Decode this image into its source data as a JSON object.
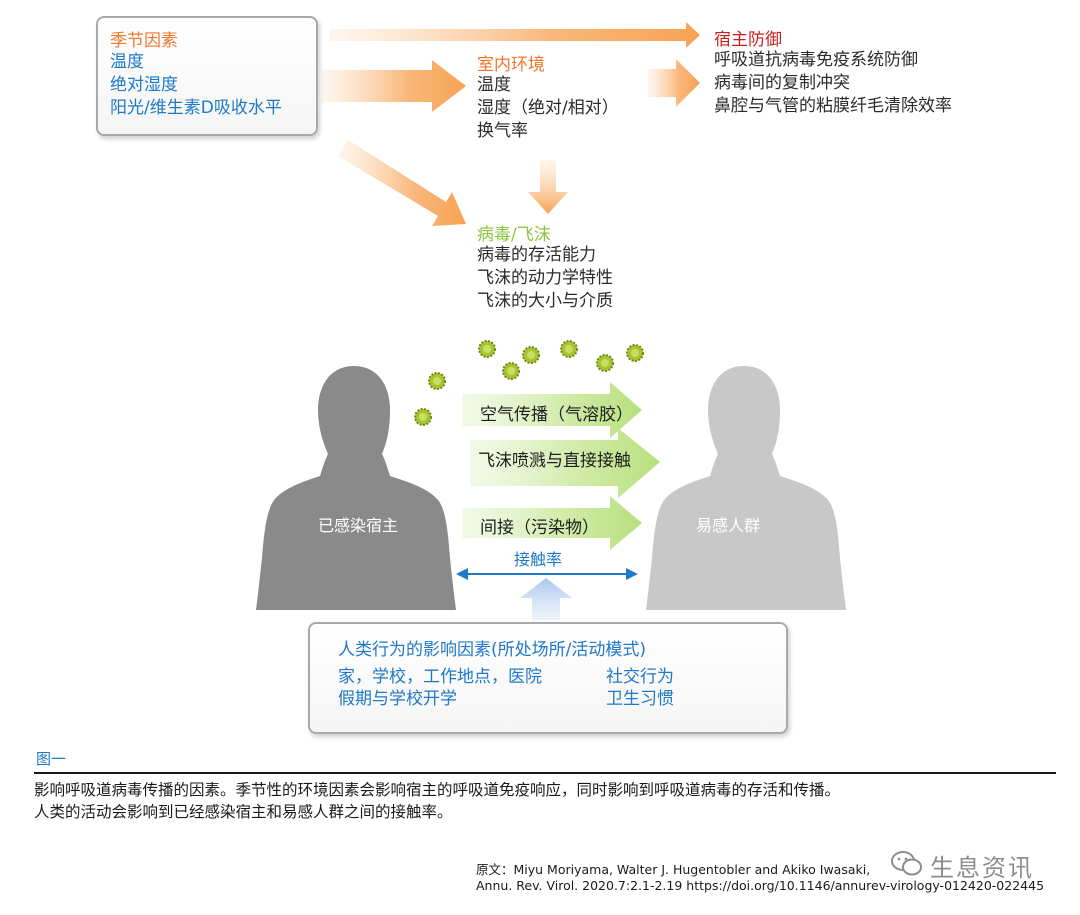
{
  "seasonal": {
    "title": "季节因素",
    "items": [
      "温度",
      "绝对湿度",
      "阳光/维生素D吸收水平"
    ]
  },
  "indoor": {
    "title": "室内环境",
    "items": [
      "温度",
      "湿度（绝对/相对）",
      "换气率"
    ]
  },
  "host_defense": {
    "title": "宿主防御",
    "items": [
      "呼吸道抗病毒免疫系统防御",
      "病毒间的复制冲突",
      "鼻腔与气管的粘膜纤毛清除效率"
    ]
  },
  "virus_droplet": {
    "title": "病毒/飞沫",
    "items": [
      "病毒的存活能力",
      "飞沫的动力学特性",
      "飞沫的大小与介质"
    ]
  },
  "routes": [
    "空气传播（气溶胶）",
    "飞沫喷溅与直接接触",
    "间接（污染物）"
  ],
  "contact_rate": "接触率",
  "infected_host": "已感染宿主",
  "susceptible": "易感人群",
  "human_behavior": {
    "title": "人类行为的影响因素(所处场所/活动模式)",
    "left_items": [
      "家，学校，工作地点，医院",
      "假期与学校开学"
    ],
    "right_items": [
      "社交行为",
      "卫生习惯"
    ]
  },
  "figure_label": "图一",
  "caption_lines": [
    "影响呼吸道病毒传播的因素。季节性的环境因素会影响宿主的呼吸道免疫响应，同时影响到呼吸道病毒的存活和传播。",
    "人类的活动会影响到已经感染宿主和易感人群之间的接触率。"
  ],
  "source_lines": [
    "原文：Miyu Moriyama, Walter J. Hugentobler and Akiko Iwasaki,",
    "Annu. Rev. Virol. 2020.7:2.1-2.19 https://doi.org/10.1146/annurev-virology-012420-022445"
  ],
  "watermark": "生息资讯",
  "colors": {
    "orange": "#f0782d",
    "red": "#c8211d",
    "green": "#8cc63e",
    "blue": "#1f78c8",
    "silhouette_left": "#8a8a8a",
    "silhouette_right": "#c8c8c8"
  }
}
